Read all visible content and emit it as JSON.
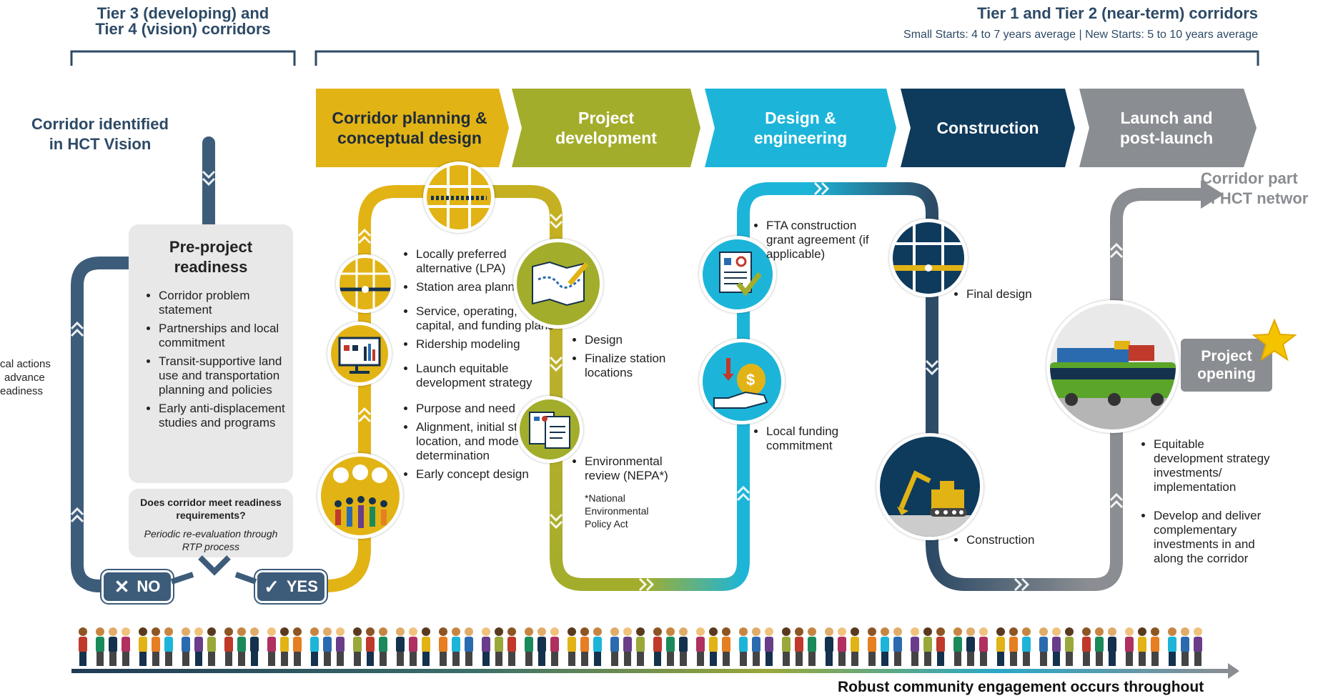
{
  "top_left_header": {
    "line1": "Tier 3 (developing) and",
    "line2": "Tier 4 (vision) corridors"
  },
  "top_right_header": {
    "title": "Tier 1 and Tier 2 (near-term) corridors",
    "subtitle": "Small Starts: 4 to 7 years average | New Starts: 5 to 10 years average"
  },
  "stages": [
    {
      "line1": "Corridor planning &",
      "line2": "conceptual design",
      "color": "#e2b315"
    },
    {
      "line1": "Project",
      "line2": "development",
      "color": "#a3ad2c"
    },
    {
      "line1": "Design &",
      "line2": "engineering",
      "color": "#1cb5d9"
    },
    {
      "line1": "Construction",
      "line2": "",
      "color": "#0e3a5c"
    },
    {
      "line1": "Launch and",
      "line2": "post-launch",
      "color": "#8a8d91"
    }
  ],
  "corridor_identified": {
    "line1": "Corridor identified",
    "line2": "in HCT Vision"
  },
  "left_cutoff": {
    "line1": "cal actions",
    "line2": "advance",
    "line3": "eadiness"
  },
  "readiness": {
    "title_line1": "Pre-project",
    "title_line2": "readiness",
    "items": [
      "Corridor problem statement",
      "Partnerships and local commitment",
      "Transit-supportive land use and transportation planning and policies",
      "Early anti-displacement studies and programs"
    ],
    "question": "Does corridor meet readiness  requirements?",
    "note": "Periodic re-evaluation through RTP process"
  },
  "no_label": "NO",
  "yes_label": "YES",
  "planning_items": [
    "Locally preferred alternative (LPA)",
    "Station area planning",
    "Service, operating, capital, and funding plans",
    "Ridership modeling",
    "Launch equitable development strategy",
    "Purpose and need",
    "Alignment, initial station location, and mode determination",
    "Early concept design"
  ],
  "development_items": [
    "Design",
    "Finalize station locations"
  ],
  "environmental_item": "Environmental review (NEPA*)",
  "nepa_note": "*National Environmental Policy Act",
  "fta_item": "FTA construction grant agreement (if applicable)",
  "local_funding_item": "Local funding commitment",
  "final_design_item": "Final design",
  "construction_item": "Construction",
  "corridor_part": {
    "line1": "Corridor part",
    "line2": "of HCT networ"
  },
  "project_opening": {
    "line1": "Project",
    "line2": "opening"
  },
  "launch_items": [
    "Equitable development strategy investments/ implementation",
    "Develop and deliver complementary investments in and along the corridor"
  ],
  "engagement": "Robust community engagement occurs throughout",
  "icons": [
    "map-grid-icon",
    "intersection-icon",
    "dashboard-icon",
    "community-icon",
    "route-map-icon",
    "documents-icon",
    "agreement-icon",
    "funding-icon",
    "track-intersection-icon",
    "excavator-icon",
    "bus-icon",
    "star-icon",
    "people-icon"
  ]
}
